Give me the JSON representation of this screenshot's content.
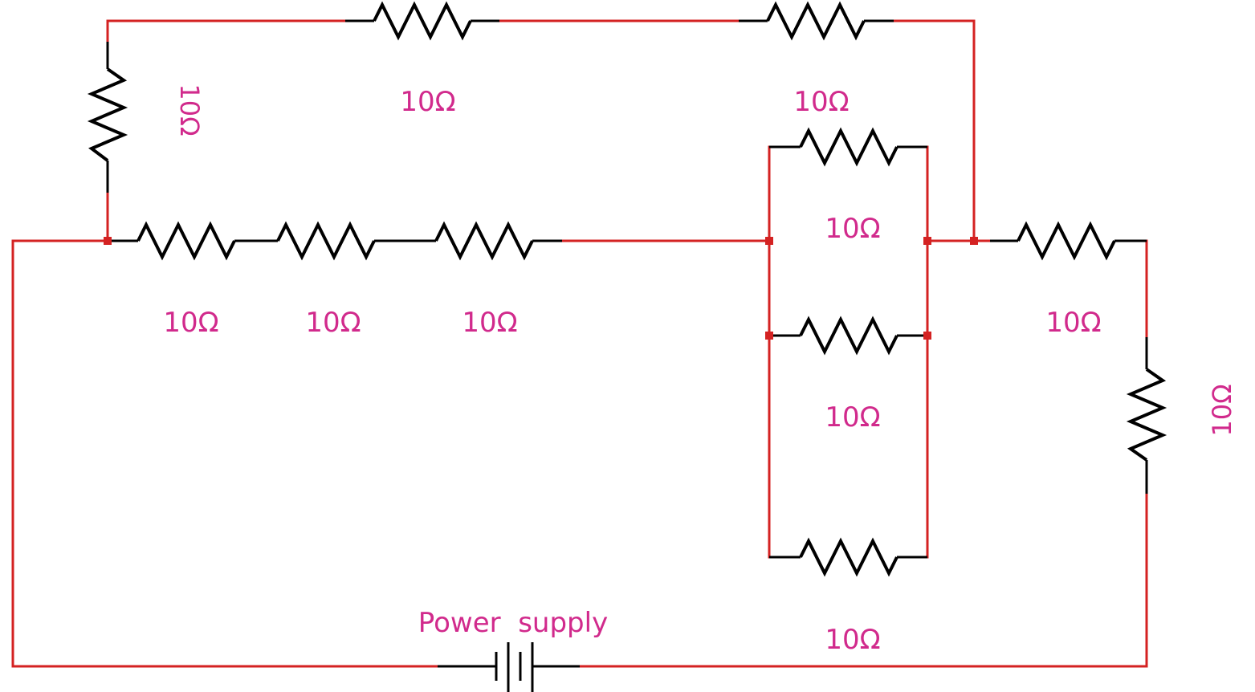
{
  "diagram": {
    "colors": {
      "wire": "#d42222",
      "component": "#000000",
      "label": "#d12a8c"
    },
    "power_supply_label": "Power  supply",
    "resistor_labels": {
      "r_top_left": "10Ω",
      "r_top_mid": "10Ω",
      "r_top_right": "10Ω",
      "r_series_1": "10Ω",
      "r_series_2": "10Ω",
      "r_series_3": "10Ω",
      "r_par_1": "10Ω",
      "r_par_2": "10Ω",
      "r_par_3": "10Ω",
      "r_right_h": "10Ω",
      "r_right_v": "10Ω"
    }
  }
}
